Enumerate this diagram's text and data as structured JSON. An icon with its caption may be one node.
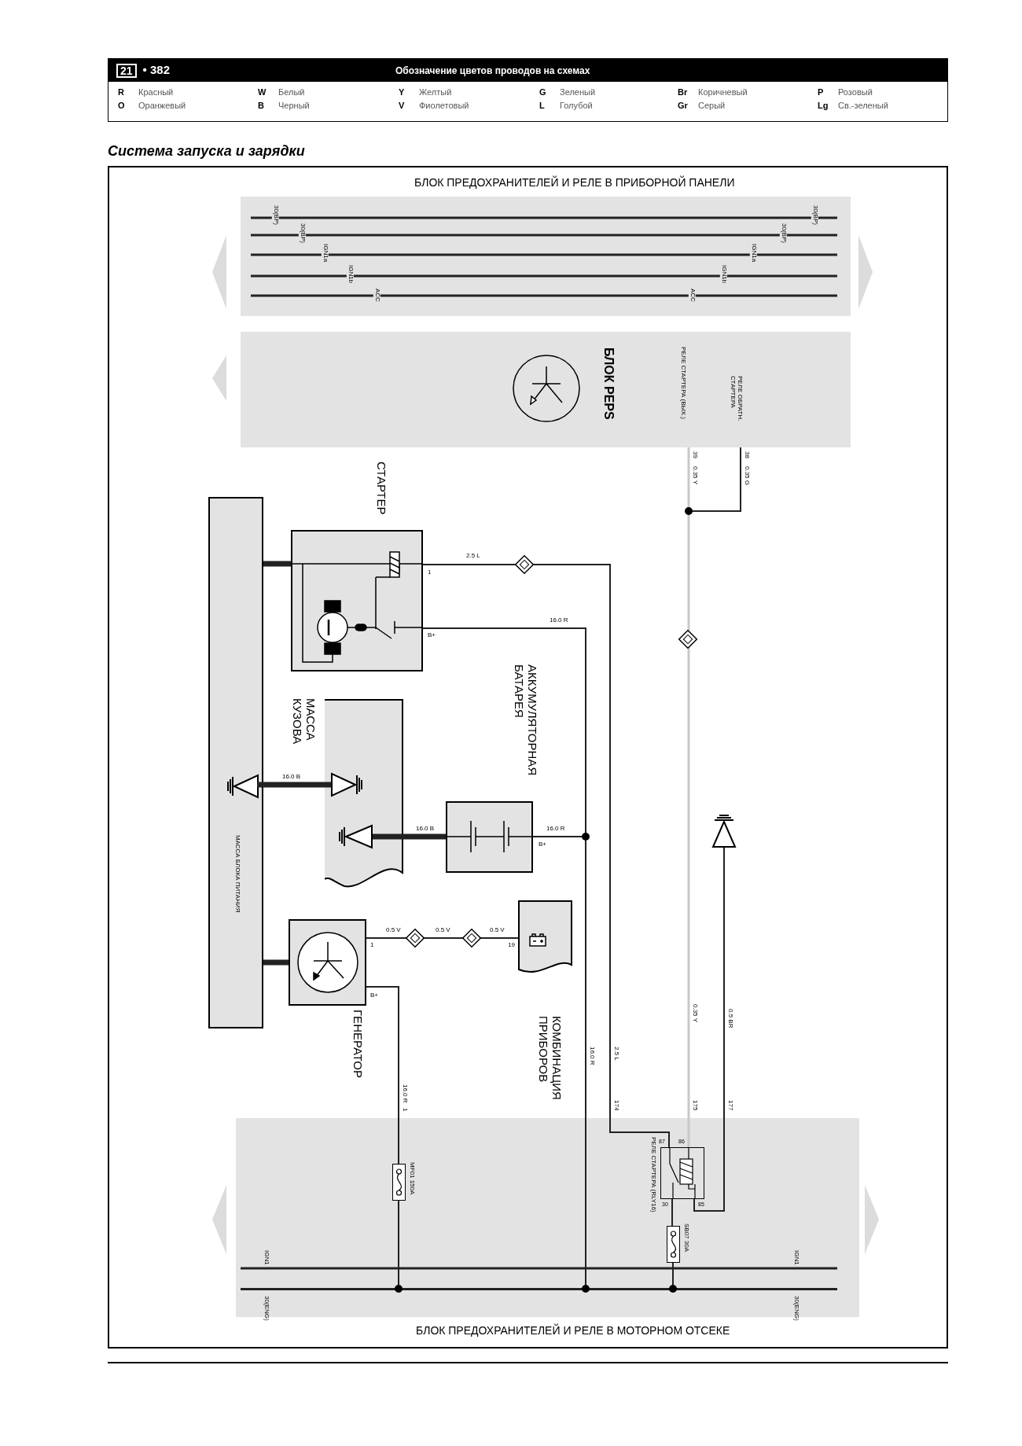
{
  "diagram": {
    "title": "Система запуска и зарядки",
    "nodes": [
      {
        "text": [],
        "shape": "box",
        "beside": [
          "БЛОК ПРЕДОХРАНИТЕЛЕЙ И РЕЛЕ В ПРИБОРНОЙ ПАНЕЛИ"
        ]
      },
      {
        "text": [
          "БЛОК PEPS"
        ]
      },
      {
        "text": [
          "МАССА БЛОКА ПИТАНИЯ"
        ]
      },
      {
        "text": [],
        "shape": "box",
        "beside": [
          "СТАРТЕР"
        ]
      },
      {
        "text": [],
        "shape": "box",
        "beside": [
          "МАССА КУЗОВА"
        ]
      },
      {
        "text": [],
        "shape": "box",
        "beside": [
          "АККУМУЛЯТОРНАЯ БАТАРЕЯ"
        ]
      },
      {
        "text": [],
        "shape": "box",
        "beside": [
          "ГЕНЕРАТОР"
        ]
      },
      {
        "text": [],
        "shape": "box",
        "beside": [
          "КОМБИНАЦИЯ ПРИБОРОВ"
        ]
      },
      {
        "text": [],
        "shape": "box",
        "beside": [
          "БЛОК ПРЕДОХРАНИТЕЛЕЙ И РЕЛЕ В МОТОРНОМ ОТСЕКЕ"
        ]
      },
      {
        "text": [],
        "shape": "box",
        "in": 8,
        "beside": [
          "MF01 150A"
        ]
      },
      {
        "text": [],
        "shape": "box",
        "in": 8,
        "beside": [
          "РЕЛЕ СТАРТЕРА (RLY16)"
        ]
      },
      {
        "text": [],
        "shape": "box",
        "in": 8,
        "beside": [
          "SB07 30A"
        ]
      },
      {
        "text": [],
        "shape": "ground",
        "in": 2
      },
      {
        "text": [],
        "shape": "ground",
        "in": 4
      },
      {
        "text": [],
        "shape": "ground",
        "in": 4
      },
      {
        "text": [],
        "shape": "ground"
      },
      {
        "text": [],
        "shape": "bar",
        "in": 8,
        "beside": [
          "30(ENG)",
          "30(ENG)"
        ]
      }
    ],
    "edges": [
      {
        "from": 2,
        "to": 3,
        "arrow": "none",
        "style": "thick"
      },
      {
        "from": 3,
        "to": 10,
        "arrow": "none",
        "label": "2.5 L"
      },
      {
        "from": 3,
        "to": 16,
        "arrow": "none",
        "label": "16.0 R"
      },
      {
        "from": 5,
        "to": 16,
        "arrow": "none",
        "label": "16.0 R"
      },
      {
        "from": 12,
        "to": 13,
        "arrow": "none",
        "label": "16.0 B",
        "style": "thick"
      },
      {
        "from": 14,
        "to": 5,
        "arrow": "none",
        "label": "16.0 B",
        "style": "thick"
      },
      {
        "from": 2,
        "to": 6,
        "arrow": "none",
        "style": "thick"
      },
      {
        "from": 6,
        "to": 7,
        "arrow": "none",
        "label": "0.5 V"
      },
      {
        "from": 6,
        "to": 9,
        "arrow": "none",
        "label": "16.0 R"
      },
      {
        "from": 9,
        "to": 16,
        "arrow": "none"
      },
      {
        "from": 1,
        "to": 10,
        "arrow": "none",
        "label": "0.35 Y",
        "color": "#c8c8c8"
      },
      {
        "from": 1,
        "to": 10,
        "arrow": "none",
        "label": "0.35 G"
      },
      {
        "from": 15,
        "to": 10,
        "arrow": "none",
        "label": "0.5 BR"
      },
      {
        "from": 10,
        "to": 11,
        "arrow": "none"
      },
      {
        "from": 11,
        "to": 16,
        "arrow": "none"
      }
    ],
    "labels": [
      "21",
      "• 382",
      "Обозначение цветов проводов на схемах",
      "R",
      "Красный",
      "W",
      "Белый",
      "Y",
      "Желтый",
      "G",
      "Зеленый",
      "Br",
      "Коричневый",
      "P",
      "Розовый",
      "O",
      "Оранжевый",
      "B",
      "Черный",
      "V",
      "Фиолетовый",
      "L",
      "Голубой",
      "Gr",
      "Серый",
      "Lg",
      "Св.-зеленый",
      "30(BP)",
      "30(BP)",
      "30(BP)",
      "30(BP)",
      "IGN1a",
      "IGN1a",
      "IGN1b",
      "IGN1b",
      "ACC",
      "ACC",
      "РЕЛЕ СТАРТЕРА (ВЫХ.)",
      "РЕЛЕ ОБРАТН. СТАРТЕРА",
      "39",
      "38",
      "1",
      "B+",
      "B+",
      "1",
      "B+",
      "0.5 V",
      "0.5 V",
      "19",
      "0.35 Y",
      "16.0 R",
      "2.5 L",
      "1",
      "174",
      "175",
      "177",
      "87",
      "86",
      "30",
      "85",
      "IGN1",
      "IGN1"
    ]
  }
}
